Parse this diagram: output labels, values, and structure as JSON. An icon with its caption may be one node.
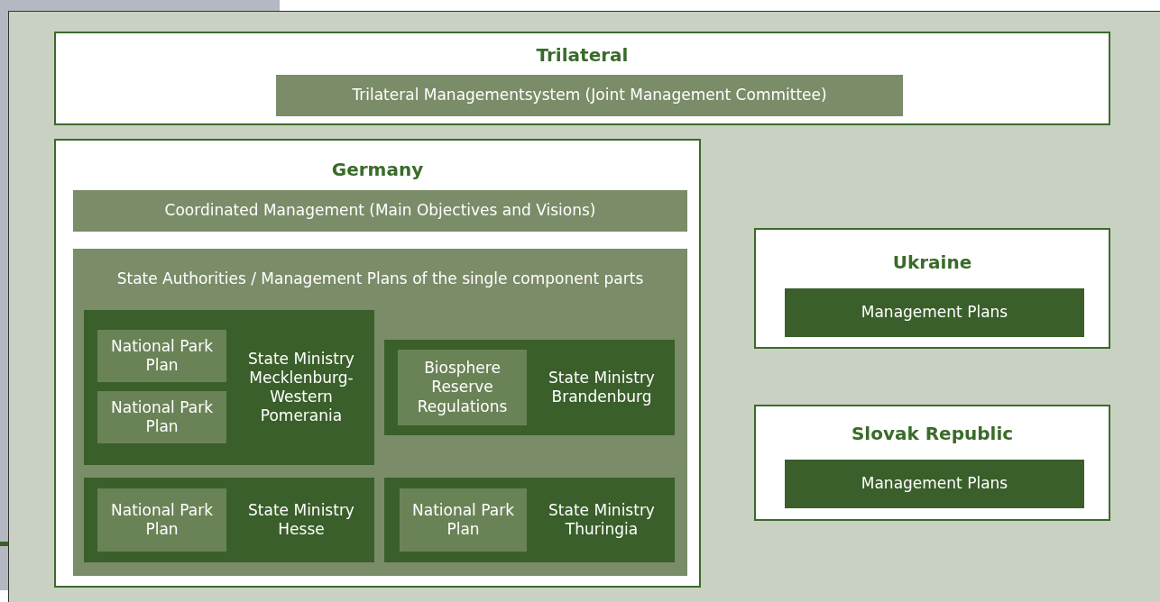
{
  "diagram": {
    "nodes": [
      {
        "text": [
          "Trilateral"
        ]
      },
      {
        "text": [
          "Trilateral Managementsystem (Joint Management Committee)"
        ],
        "in": 0
      },
      {
        "text": [
          "Germany"
        ]
      },
      {
        "text": [
          "Coordinated Management (Main Objectives and Visions)"
        ],
        "in": 2
      },
      {
        "text": [
          "State Authorities / Management Plans of the single component parts"
        ],
        "in": 2
      },
      {
        "text": [
          "State Ministry Mecklenburg-Western Pomerania"
        ],
        "in": 4
      },
      {
        "text": [
          "National Park Plan"
        ],
        "in": 5
      },
      {
        "text": [
          "National Park Plan"
        ],
        "in": 5
      },
      {
        "text": [
          "State Ministry Brandenburg"
        ],
        "in": 4
      },
      {
        "text": [
          "Biosphere Reserve Regulations"
        ],
        "in": 8
      },
      {
        "text": [
          "State Ministry Hesse"
        ],
        "in": 4
      },
      {
        "text": [
          "National Park Plan"
        ],
        "in": 10
      },
      {
        "text": [
          "State Ministry Thuringia"
        ],
        "in": 4
      },
      {
        "text": [
          "National Park Plan"
        ],
        "in": 12
      },
      {
        "text": [
          "Ukraine"
        ]
      },
      {
        "text": [
          "Management Plans"
        ],
        "in": 14
      },
      {
        "text": [
          "Slovak Republic"
        ]
      },
      {
        "text": [
          "Management Plans"
        ],
        "in": 16
      }
    ]
  }
}
